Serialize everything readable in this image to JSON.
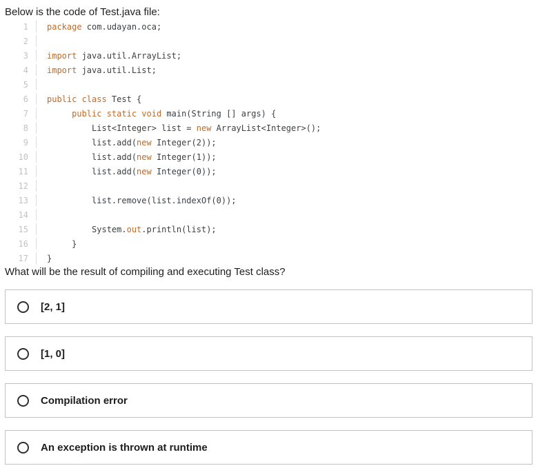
{
  "intro": "Below is the code of Test.java file:",
  "question": "What will be the result of compiling and executing Test class?",
  "colors": {
    "keyword": "#bd6b2a",
    "code_text": "#3c4043",
    "line_number": "#c2c2c2",
    "separator": "#dcdcdc",
    "text": "#1c1d1f",
    "option_border": "#bfc2c5"
  },
  "code": {
    "lines": [
      {
        "n": "1",
        "segments": [
          {
            "type": "keyword",
            "text": "package"
          },
          {
            "type": "plain",
            "text": " com.udayan.oca;"
          }
        ]
      },
      {
        "n": "2",
        "segments": []
      },
      {
        "n": "3",
        "segments": [
          {
            "type": "keyword",
            "text": "import"
          },
          {
            "type": "plain",
            "text": " java.util.ArrayList;"
          }
        ]
      },
      {
        "n": "4",
        "segments": [
          {
            "type": "keyword",
            "text": "import"
          },
          {
            "type": "plain",
            "text": " java.util.List;"
          }
        ]
      },
      {
        "n": "5",
        "segments": []
      },
      {
        "n": "6",
        "segments": [
          {
            "type": "keyword",
            "text": "public class"
          },
          {
            "type": "plain",
            "text": " Test {"
          }
        ]
      },
      {
        "n": "7",
        "segments": [
          {
            "type": "plain",
            "text": "     "
          },
          {
            "type": "keyword",
            "text": "public static void"
          },
          {
            "type": "plain",
            "text": " main(String [] args) {"
          }
        ]
      },
      {
        "n": "8",
        "segments": [
          {
            "type": "plain",
            "text": "         List<Integer> list = "
          },
          {
            "type": "keyword",
            "text": "new"
          },
          {
            "type": "plain",
            "text": " ArrayList<Integer>();"
          }
        ]
      },
      {
        "n": "9",
        "segments": [
          {
            "type": "plain",
            "text": "         list.add("
          },
          {
            "type": "keyword",
            "text": "new"
          },
          {
            "type": "plain",
            "text": " Integer(2));"
          }
        ]
      },
      {
        "n": "10",
        "segments": [
          {
            "type": "plain",
            "text": "         list.add("
          },
          {
            "type": "keyword",
            "text": "new"
          },
          {
            "type": "plain",
            "text": " Integer(1));"
          }
        ]
      },
      {
        "n": "11",
        "segments": [
          {
            "type": "plain",
            "text": "         list.add("
          },
          {
            "type": "keyword",
            "text": "new"
          },
          {
            "type": "plain",
            "text": " Integer(0));"
          }
        ]
      },
      {
        "n": "12",
        "segments": []
      },
      {
        "n": "13",
        "segments": [
          {
            "type": "plain",
            "text": "         list.remove(list.indexOf(0));"
          }
        ]
      },
      {
        "n": "14",
        "segments": []
      },
      {
        "n": "15",
        "segments": [
          {
            "type": "plain",
            "text": "         System."
          },
          {
            "type": "keyword",
            "text": "out"
          },
          {
            "type": "plain",
            "text": ".println(list);"
          }
        ]
      },
      {
        "n": "16",
        "segments": [
          {
            "type": "plain",
            "text": "     }"
          }
        ]
      },
      {
        "n": "17",
        "segments": [
          {
            "type": "plain",
            "text": "}"
          }
        ]
      }
    ]
  },
  "options": [
    {
      "label": "[2, 1]"
    },
    {
      "label": "[1, 0]"
    },
    {
      "label": "Compilation error"
    },
    {
      "label": "An exception is thrown at runtime"
    }
  ]
}
